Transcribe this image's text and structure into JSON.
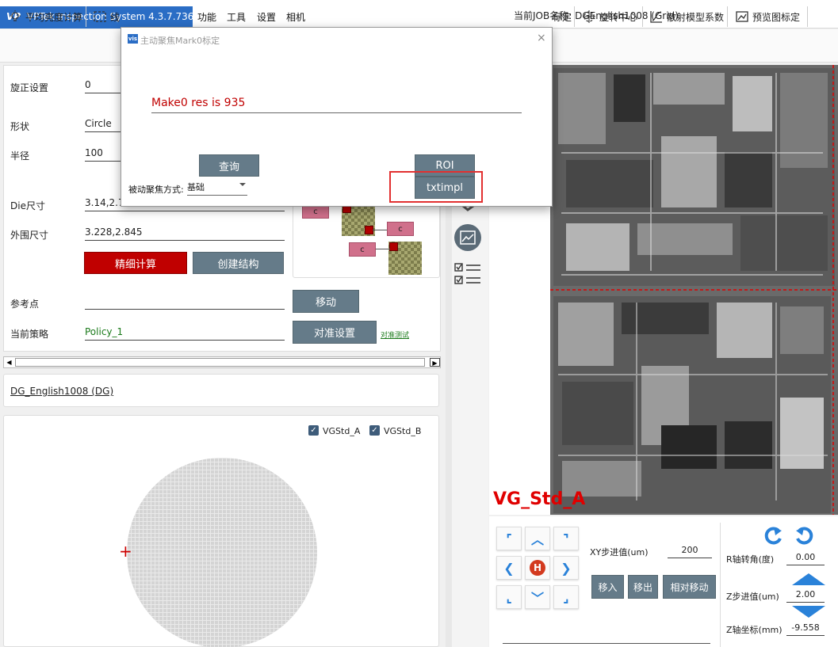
{
  "app": {
    "title": "VPTek Inspection System 4.3.7.7366",
    "logo": "VP",
    "menu": [
      "功能",
      "工具",
      "设置",
      "相机"
    ],
    "job_label": "当前JOB名称: DGEnglish1008 (Grid)"
  },
  "toolbar": {
    "avg_brightness": "平均亮度计算",
    "line_partial": "线",
    "calib_partial": "标定",
    "rotation_center": "旋转中心",
    "scatter_model": "散射模型系数",
    "preview_calib": "预览图标定"
  },
  "form": {
    "rotation_label": "旋正设置",
    "rotation_value": "0",
    "shape_label": "形状",
    "shape_value": "Circle",
    "radius_label": "半径",
    "radius_value": "100",
    "die_size_label": "Die尺寸",
    "die_size_value": "3.14,2.79",
    "outer_size_label": "外围尺寸",
    "outer_size_value": "3.228,2.845",
    "refine_button": "精细计算",
    "create_structure_button": "创建结构",
    "reference_label": "参考点",
    "reference_value": "",
    "move_button": "移动",
    "policy_label": "当前策略",
    "policy_value": "Policy_1",
    "align_settings_button": "对准设置",
    "align_test_link": "对准测试"
  },
  "structure_preview": {
    "box_label": "c"
  },
  "recipe": {
    "name": "DG_English1008 (DG)"
  },
  "wafer_map": {
    "legend": [
      {
        "label": "VGStd_A",
        "checked": true
      },
      {
        "label": "VGStd_B",
        "checked": true
      }
    ],
    "marker": "+"
  },
  "image_view": {
    "label": "VG_Std_A"
  },
  "motion": {
    "jog_home": "H",
    "xy_step_label": "XY步进值(um)",
    "xy_step_value": "200",
    "move_in_button": "移入",
    "move_out_button": "移出",
    "relative_move_button": "相对移动",
    "r_angle_label": "R轴转角(度)",
    "r_angle_value": "0.00",
    "z_step_label": "Z步进值(um)",
    "z_step_value": "2.00",
    "z_coord_label": "Z轴坐标(mm)",
    "z_coord_value": "-9.558"
  },
  "dialog": {
    "title": "主动聚焦Mark0标定",
    "icon": "vis",
    "close": "×",
    "result_text": "Make0 res is 935",
    "query_button": "查询",
    "roi_button": "ROI",
    "txtimpl_button": "txtimpl",
    "passive_mode_label": "被动聚焦方式:",
    "passive_mode_value": "基础"
  },
  "colors": {
    "title_bar": "#2a6dc5",
    "button_gray": "#657b89",
    "refine_red": "#c00000",
    "result_red": "#c00000",
    "highlight": "#e23030",
    "jog_blue": "#2a82d9"
  }
}
